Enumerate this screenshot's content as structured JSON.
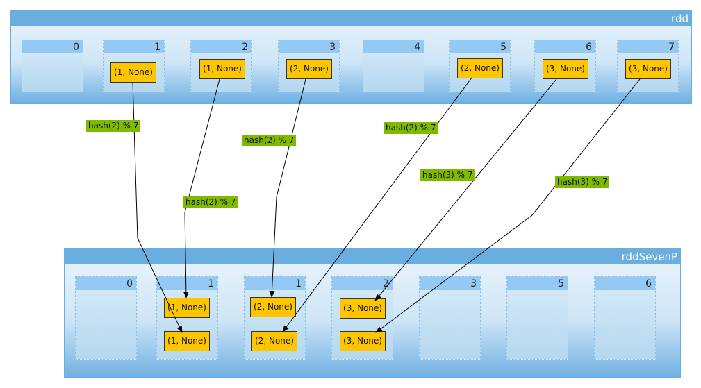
{
  "rdd": {
    "title": "rdd",
    "partitions": [
      {
        "id": "0",
        "records": []
      },
      {
        "id": "1",
        "records": [
          "(1, None)"
        ]
      },
      {
        "id": "2",
        "records": [
          "(1, None)"
        ]
      },
      {
        "id": "3",
        "records": [
          "(2, None)"
        ]
      },
      {
        "id": "4",
        "records": []
      },
      {
        "id": "5",
        "records": [
          "(2, None)"
        ]
      },
      {
        "id": "6",
        "records": [
          "(3, None)"
        ]
      },
      {
        "id": "7",
        "records": [
          "(3, None)"
        ]
      }
    ]
  },
  "rddSevenP": {
    "title": "rddSevenP",
    "partitions": [
      {
        "id": "0",
        "records": []
      },
      {
        "id": "1",
        "records": [
          "(1, None)",
          "(1, None)"
        ]
      },
      {
        "id": "1",
        "records": [
          "(2, None)",
          "(2, None)"
        ]
      },
      {
        "id": "2",
        "records": [
          "(3, None)",
          "(3, None)"
        ]
      },
      {
        "id": "3",
        "records": []
      },
      {
        "id": "5",
        "records": []
      },
      {
        "id": "6",
        "records": []
      }
    ]
  },
  "hash_labels": [
    "hash(2) % 7",
    "hash(2) % 7",
    "hash(2) % 7",
    "hash(2) % 7",
    "hash(3) % 7",
    "hash(3) % 7"
  ]
}
